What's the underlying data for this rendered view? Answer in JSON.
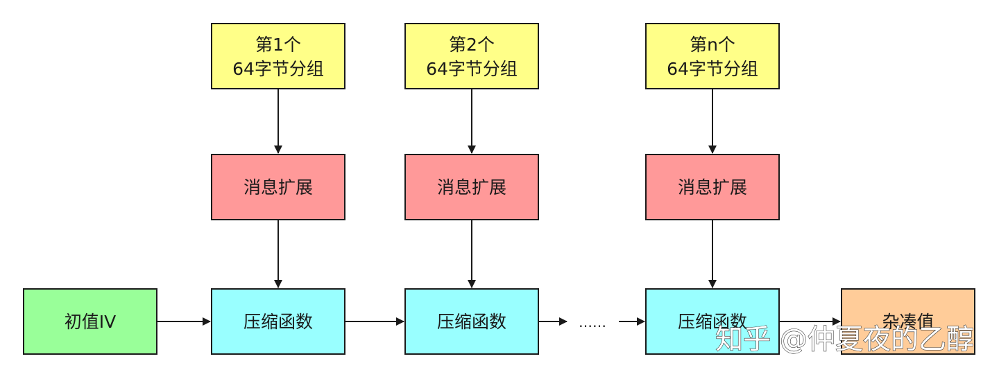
{
  "blocks": [
    {
      "line1": "第1个",
      "line2": "64字节分组"
    },
    {
      "line1": "第2个",
      "line2": "64字节分组"
    },
    {
      "line1": "第n个",
      "line2": "64字节分组"
    }
  ],
  "expansion_label": "消息扩展",
  "compression_label": "压缩函数",
  "iv_label": "初值IV",
  "ellipsis": "……",
  "hash_label": "杂凑值",
  "watermark": "知乎 @仲夏夜的乙醇",
  "colors": {
    "block": "#ffff88",
    "expansion": "#ff9999",
    "compression": "#99ffff",
    "iv": "#99ff99",
    "hash": "#ffcc99",
    "stroke": "#1a1a1a"
  }
}
